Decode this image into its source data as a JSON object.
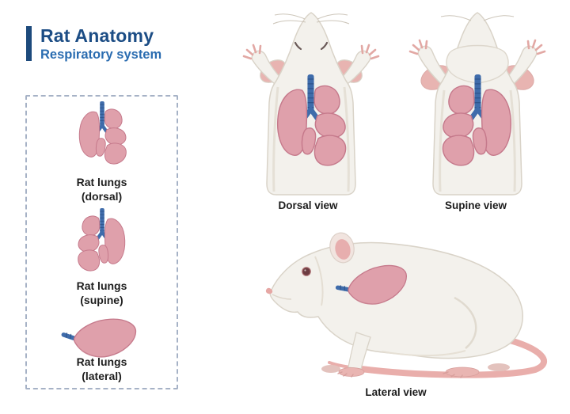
{
  "header": {
    "title": "Rat Anatomy",
    "subtitle": "Respiratory system"
  },
  "legend_panel": {
    "items": [
      {
        "id": "dorsal",
        "label": "Rat lungs\n(dorsal)"
      },
      {
        "id": "supine",
        "label": "Rat lungs\n(supine)"
      },
      {
        "id": "lateral",
        "label": "Rat lungs\n(lateral)"
      }
    ]
  },
  "views": {
    "dorsal": {
      "label": "Dorsal view"
    },
    "supine": {
      "label": "Supine view"
    },
    "lateral": {
      "label": "Lateral view"
    }
  },
  "colors": {
    "accent_navy": "#1d4a7c",
    "title_blue": "#1c4d85",
    "subtitle_blue": "#2a6cb0",
    "panel_border": "#a6b2c6",
    "lung_pink": "#dfa0ab",
    "lung_outline": "#c5798b",
    "trachea_blue": "#3f6cab",
    "trachea_ring": "#2a5086",
    "rat_body": "#f3f1ec",
    "rat_outline": "#d9d3c8",
    "ear_pink": "#e8b4b1",
    "tail_pink": "#e9aeab",
    "eye_maroon": "#6d3d42",
    "caption_text": "#1e1e1e"
  }
}
